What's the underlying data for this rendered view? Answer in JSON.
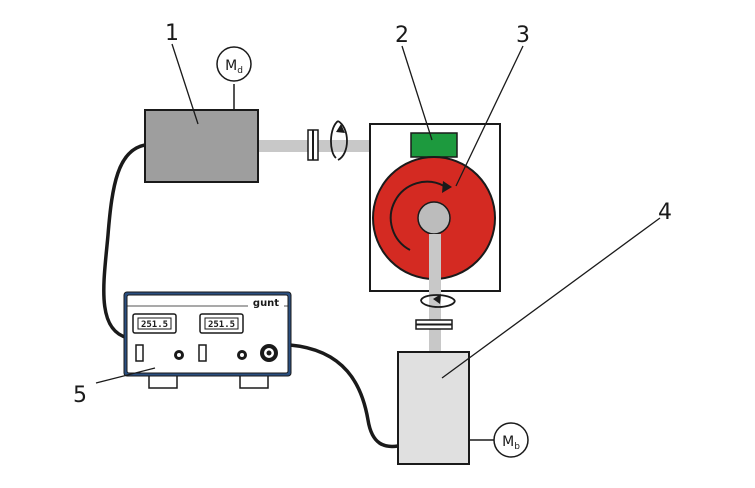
{
  "labels": {
    "callout_1": "1",
    "callout_2": "2",
    "callout_3": "3",
    "callout_4": "4",
    "callout_5": "5"
  },
  "motor_d": {
    "main": "M",
    "sub": "d"
  },
  "motor_b": {
    "main": "M",
    "sub": "b"
  },
  "display_left": "251.5",
  "display_right": "251.5",
  "brand": "gunt",
  "colors": {
    "motor_body": "#9e9e9e",
    "motor_b_body": "#e0e0e0",
    "shaft": "#c8c8c8",
    "disk": "#d42a22",
    "hub": "#bcbcbc",
    "sensor": "#1d9a3e",
    "console_border": "#2a4f80",
    "line": "#1a1a1a"
  }
}
